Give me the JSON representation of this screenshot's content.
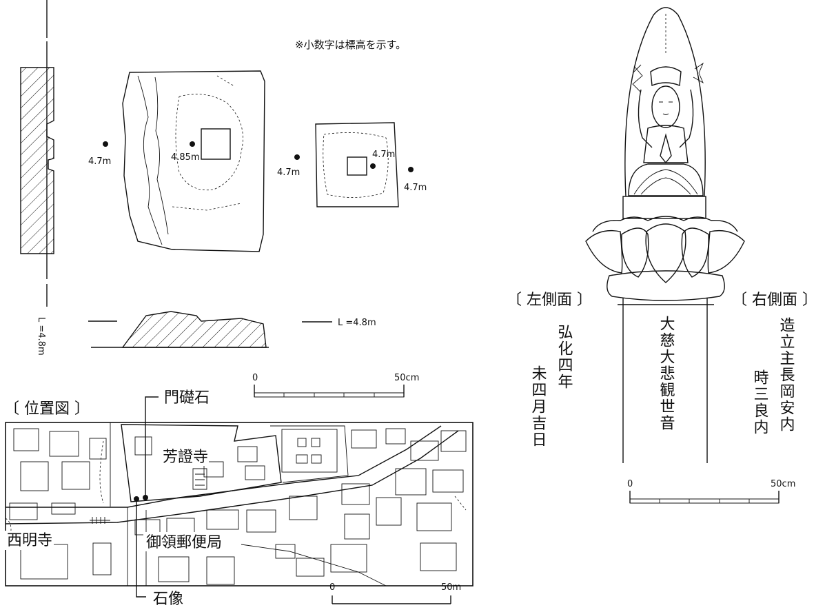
{
  "note": "※小数字は標高を示す。",
  "elevations": {
    "e1": "4.7m",
    "e2": "4.85m",
    "e3": "4.7m",
    "e4": "4.7m",
    "e5": "4.7m"
  },
  "level_left": "L =4.8m",
  "level_section": "L =4.8m",
  "scale_stone": {
    "zero": "0",
    "end": "50cm"
  },
  "map": {
    "title": "〔 位置図 〕",
    "label_gate": "門礎石",
    "label_temple_hosho": "芳證寺",
    "label_temple_saimyo": "西明寺",
    "label_post": "御領郵便局",
    "label_statue": "石像",
    "scale": {
      "zero": "0",
      "end": "50m"
    }
  },
  "statue": {
    "left_heading": "〔 左側面 〕",
    "right_heading": "〔 右側面 〕",
    "front_text": "大慈大悲観世音",
    "left_col1": "弘化四年",
    "left_col2": "未四月吉日",
    "right_col1": "造立主長岡安内",
    "right_col2": "時三良内",
    "scale": {
      "zero": "0",
      "end": "50cm"
    }
  }
}
